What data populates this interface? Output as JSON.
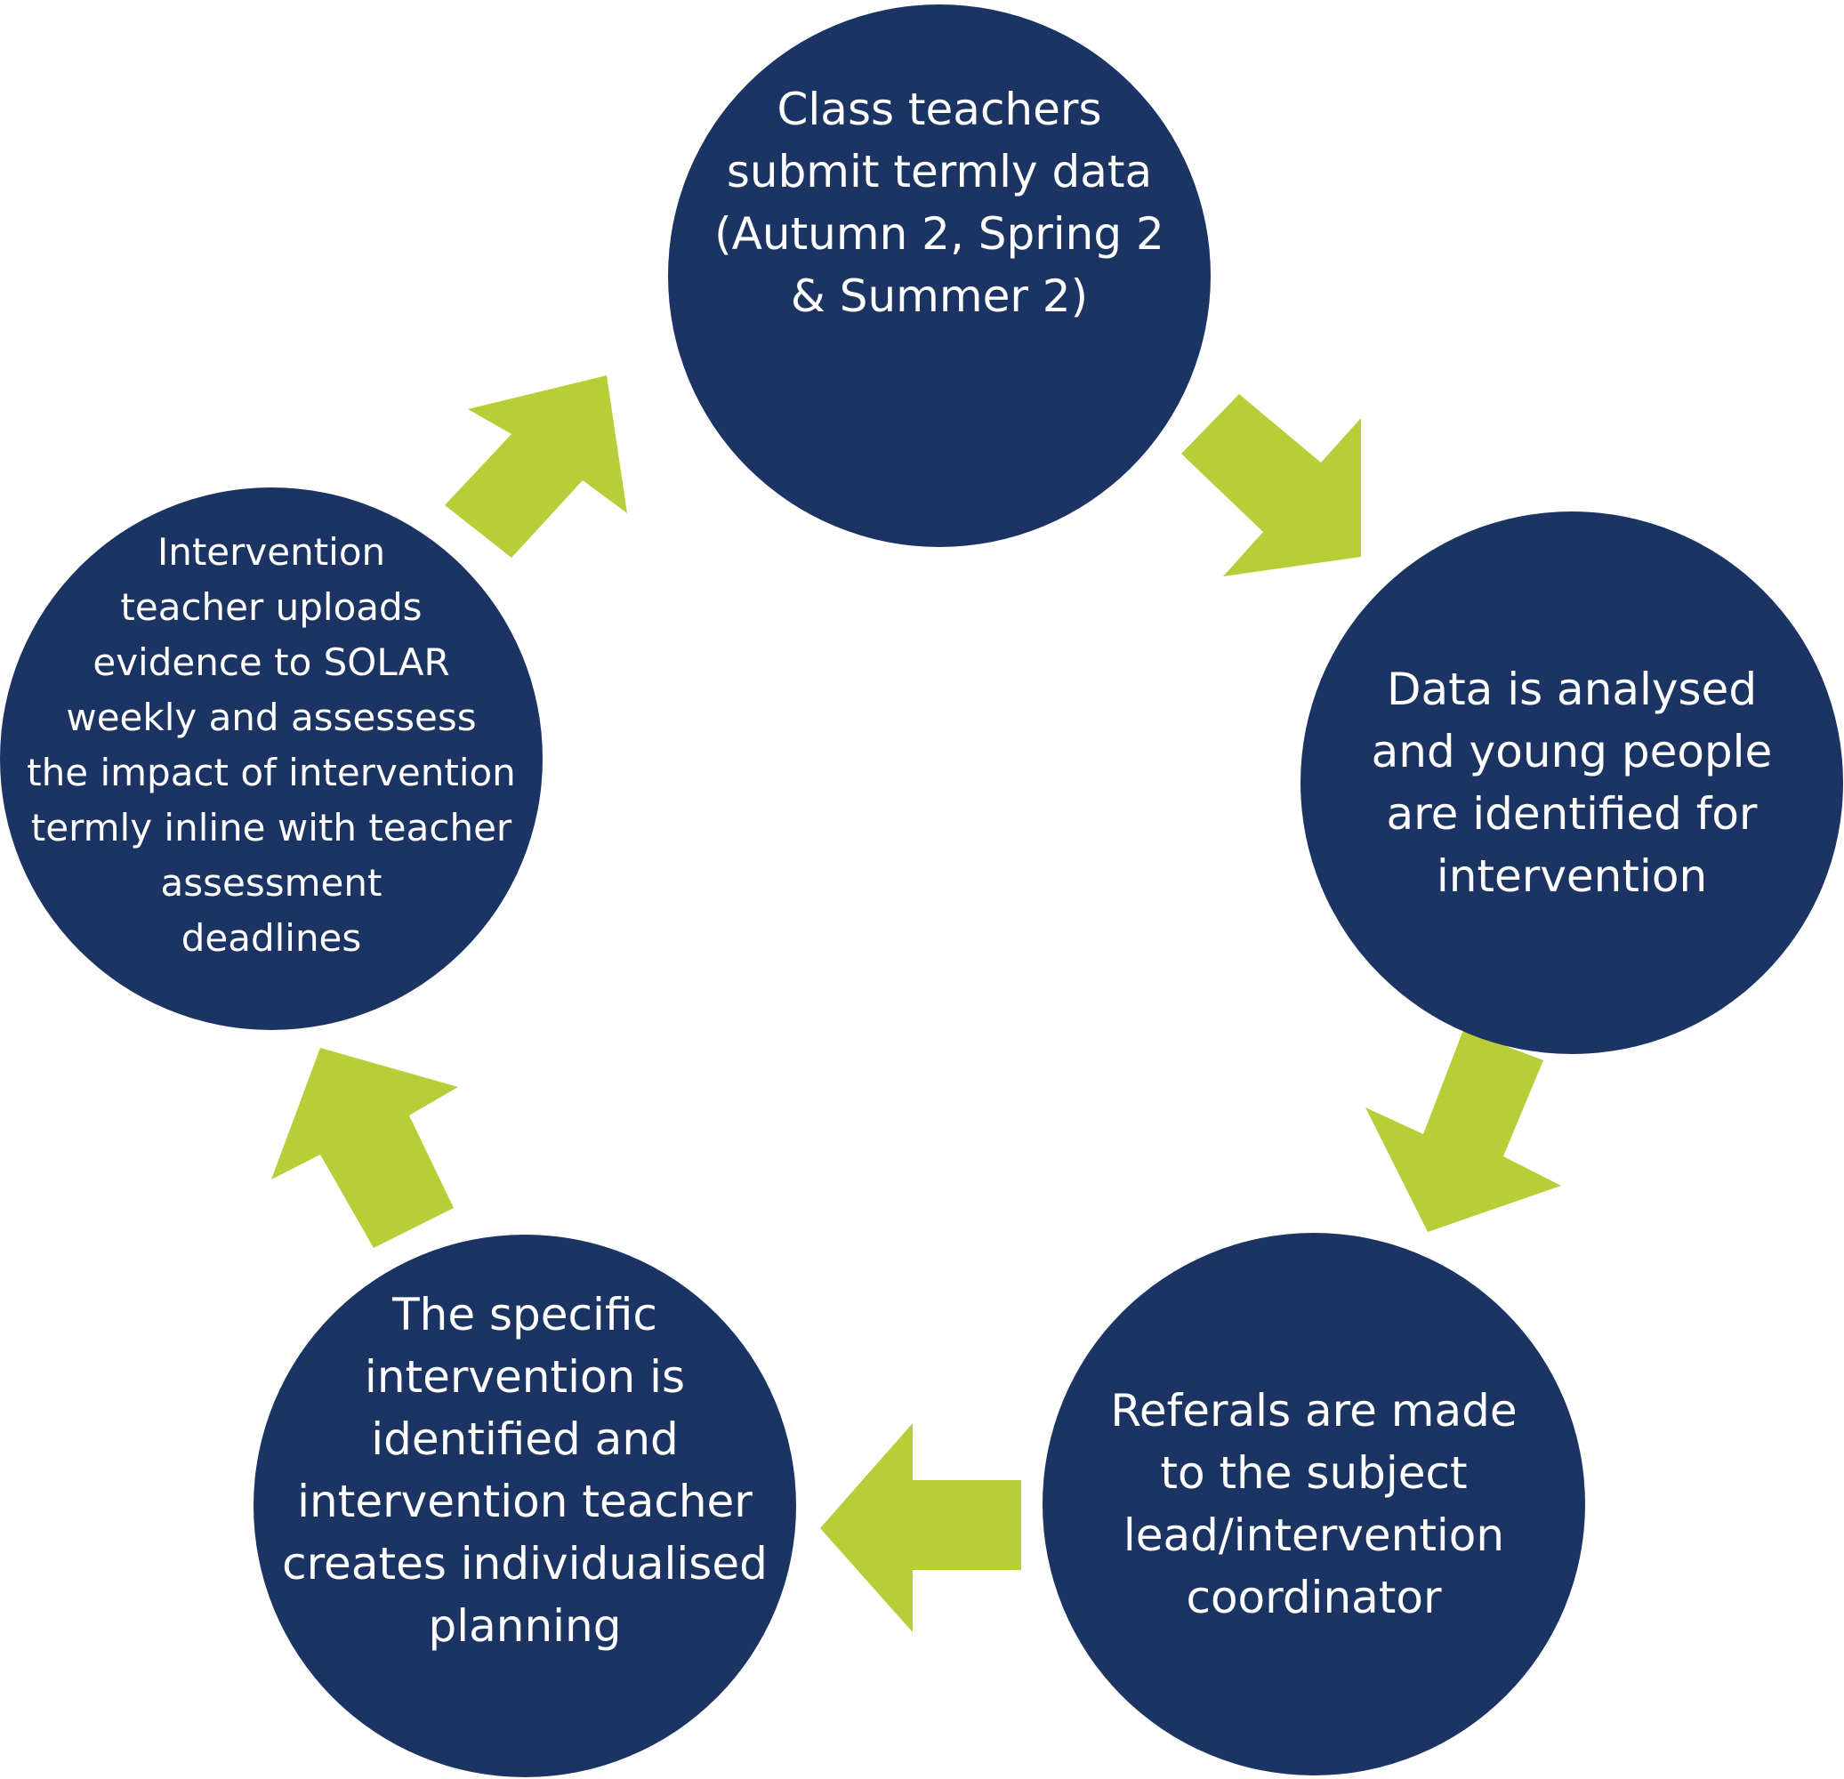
{
  "colors": {
    "circle_fill": "#1b3463",
    "arrow_fill": "#b7ce38",
    "text": "#ffffff",
    "background": "#ffffff"
  },
  "cycle": {
    "steps": [
      {
        "lines": [
          "Class teachers",
          "submit termly data",
          "(Autumn 2, Spring 2",
          "& Summer 2)"
        ]
      },
      {
        "lines": [
          "Data is analysed",
          "and young people",
          "are identified for",
          "intervention"
        ]
      },
      {
        "lines": [
          "Referals are made",
          "to the subject",
          "lead/intervention",
          "coordinator"
        ]
      },
      {
        "lines": [
          "The specific",
          "intervention is",
          "identified and",
          "intervention teacher",
          "creates individualised",
          "planning"
        ]
      },
      {
        "lines": [
          "Intervention",
          "teacher uploads",
          "evidence to SOLAR",
          "weekly and assessess",
          "the impact of intervention",
          "termly inline with teacher",
          "assessment",
          "deadlines"
        ]
      }
    ]
  }
}
